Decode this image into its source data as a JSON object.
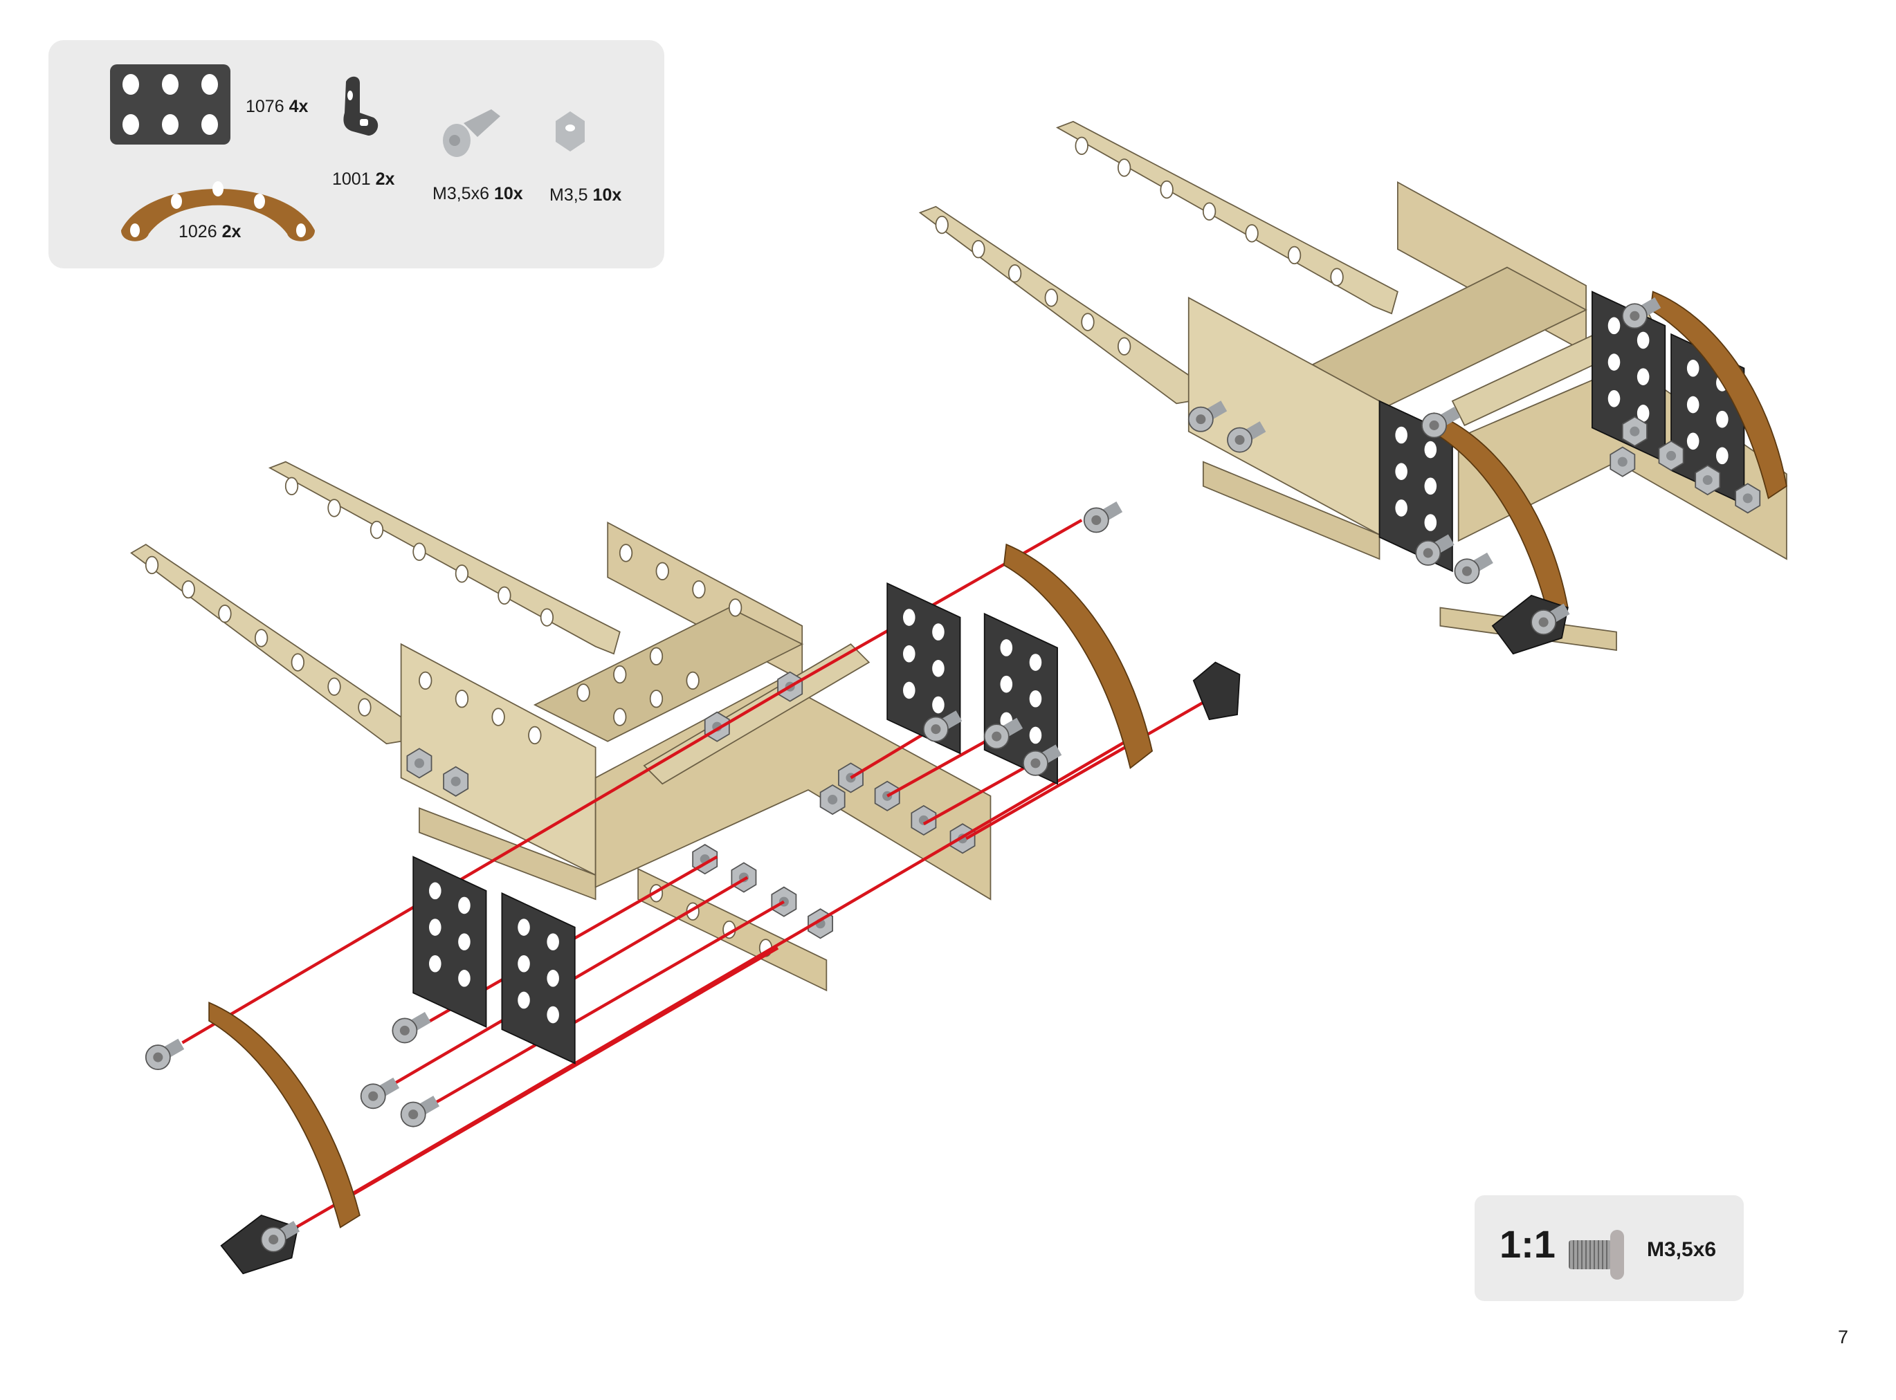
{
  "parts_list": {
    "items": [
      {
        "part": "1076",
        "qty": "4x",
        "icon": "black-flat-plate-icon"
      },
      {
        "part": "1026",
        "qty": "2x",
        "icon": "curved-strip-icon"
      },
      {
        "part": "1001",
        "qty": "2x",
        "icon": "angle-bracket-icon"
      },
      {
        "part": "M3,5x6",
        "qty": "10x",
        "icon": "screw-icon"
      },
      {
        "part": "M3,5",
        "qty": "10x",
        "icon": "hex-nut-icon"
      }
    ]
  },
  "scale_indicator": {
    "ratio": "1:1",
    "label": "M3,5x6",
    "icon": "screw-actual-size-icon"
  },
  "page_number": "7",
  "colors": {
    "beige": "#d9c9a0",
    "black_part": "#3d3d3d",
    "copper": "#a0682a",
    "assembly_line": "#d8141c",
    "panel": "#ebebeb"
  }
}
